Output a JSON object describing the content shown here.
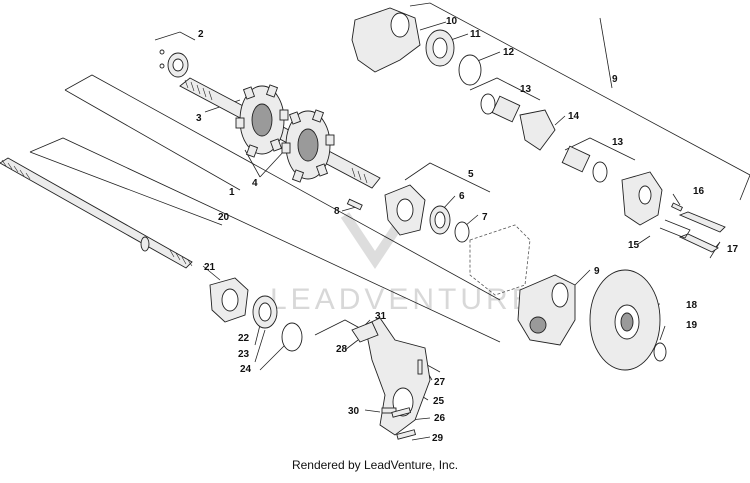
{
  "footer_text": "Rendered by LeadVenture, Inc.",
  "watermark_text": "LEADVENTURE",
  "callouts": [
    "1",
    "2",
    "3",
    "4",
    "5",
    "6",
    "7",
    "8",
    "9",
    "10",
    "11",
    "12",
    "13",
    "14",
    "15",
    "16",
    "17",
    "18",
    "19",
    "20",
    "21",
    "22",
    "23",
    "24",
    "25",
    "26",
    "27",
    "28",
    "29",
    "30",
    "31"
  ]
}
